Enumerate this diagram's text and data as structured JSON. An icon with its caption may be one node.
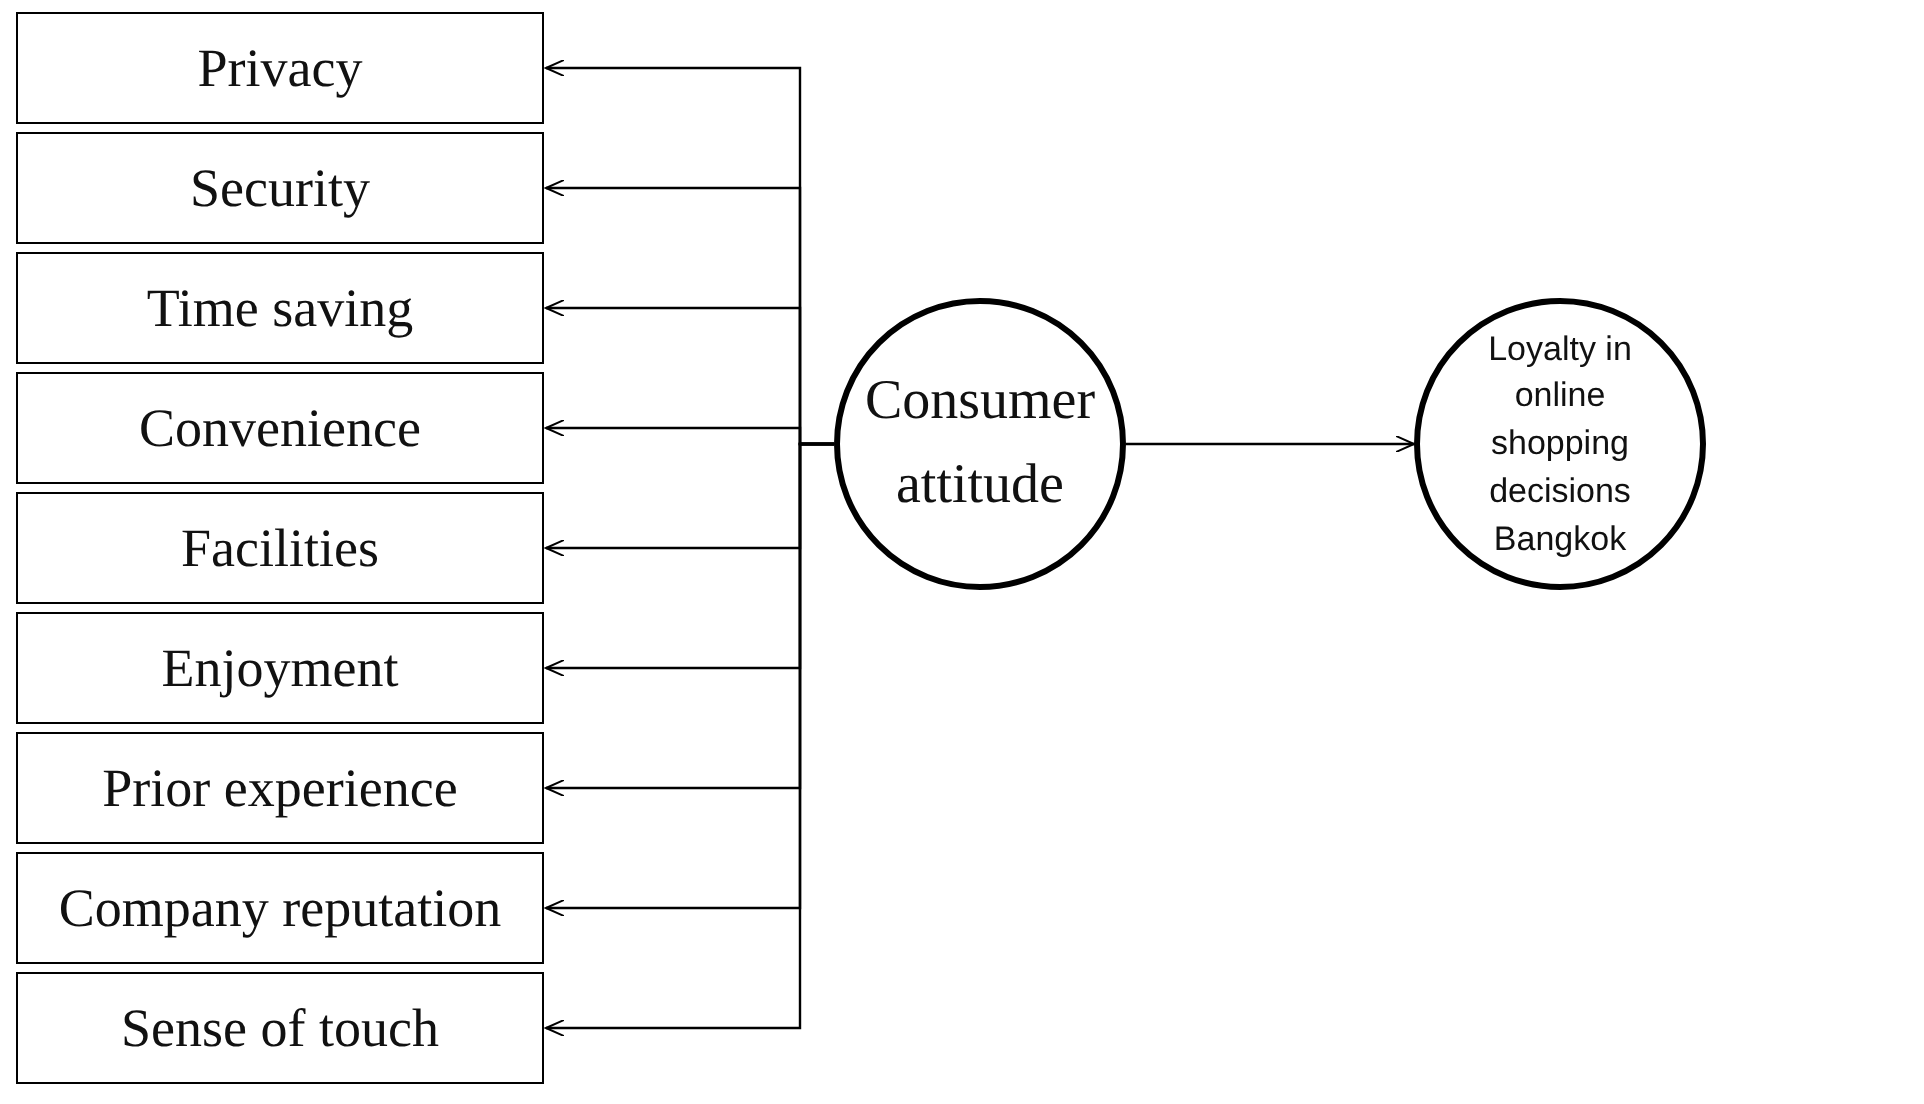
{
  "diagram": {
    "nodes": [
      {
        "text": [
          "Privacy"
        ]
      },
      {
        "text": [
          "Security"
        ]
      },
      {
        "text": [
          "Time saving"
        ]
      },
      {
        "text": [
          "Convenience"
        ]
      },
      {
        "text": [
          "Facilities"
        ]
      },
      {
        "text": [
          "Enjoyment"
        ]
      },
      {
        "text": [
          "Prior experience"
        ]
      },
      {
        "text": [
          "Company reputation"
        ]
      },
      {
        "text": [
          "Sense of touch"
        ]
      },
      {
        "text": [
          "Consumer attitude"
        ]
      },
      {
        "text": [
          "Loyalty in online shopping decisions Bangkok"
        ]
      }
    ],
    "edges": [
      {
        "from": 9,
        "to": 0,
        "arrow": "to"
      },
      {
        "from": 9,
        "to": 1,
        "arrow": "to"
      },
      {
        "from": 9,
        "to": 2,
        "arrow": "to"
      },
      {
        "from": 9,
        "to": 3,
        "arrow": "to"
      },
      {
        "from": 9,
        "to": 4,
        "arrow": "to"
      },
      {
        "from": 9,
        "to": 5,
        "arrow": "to"
      },
      {
        "from": 9,
        "to": 6,
        "arrow": "to"
      },
      {
        "from": 9,
        "to": 7,
        "arrow": "to"
      },
      {
        "from": 9,
        "to": 8,
        "arrow": "to"
      },
      {
        "from": 9,
        "to": 10,
        "arrow": "to"
      }
    ]
  }
}
